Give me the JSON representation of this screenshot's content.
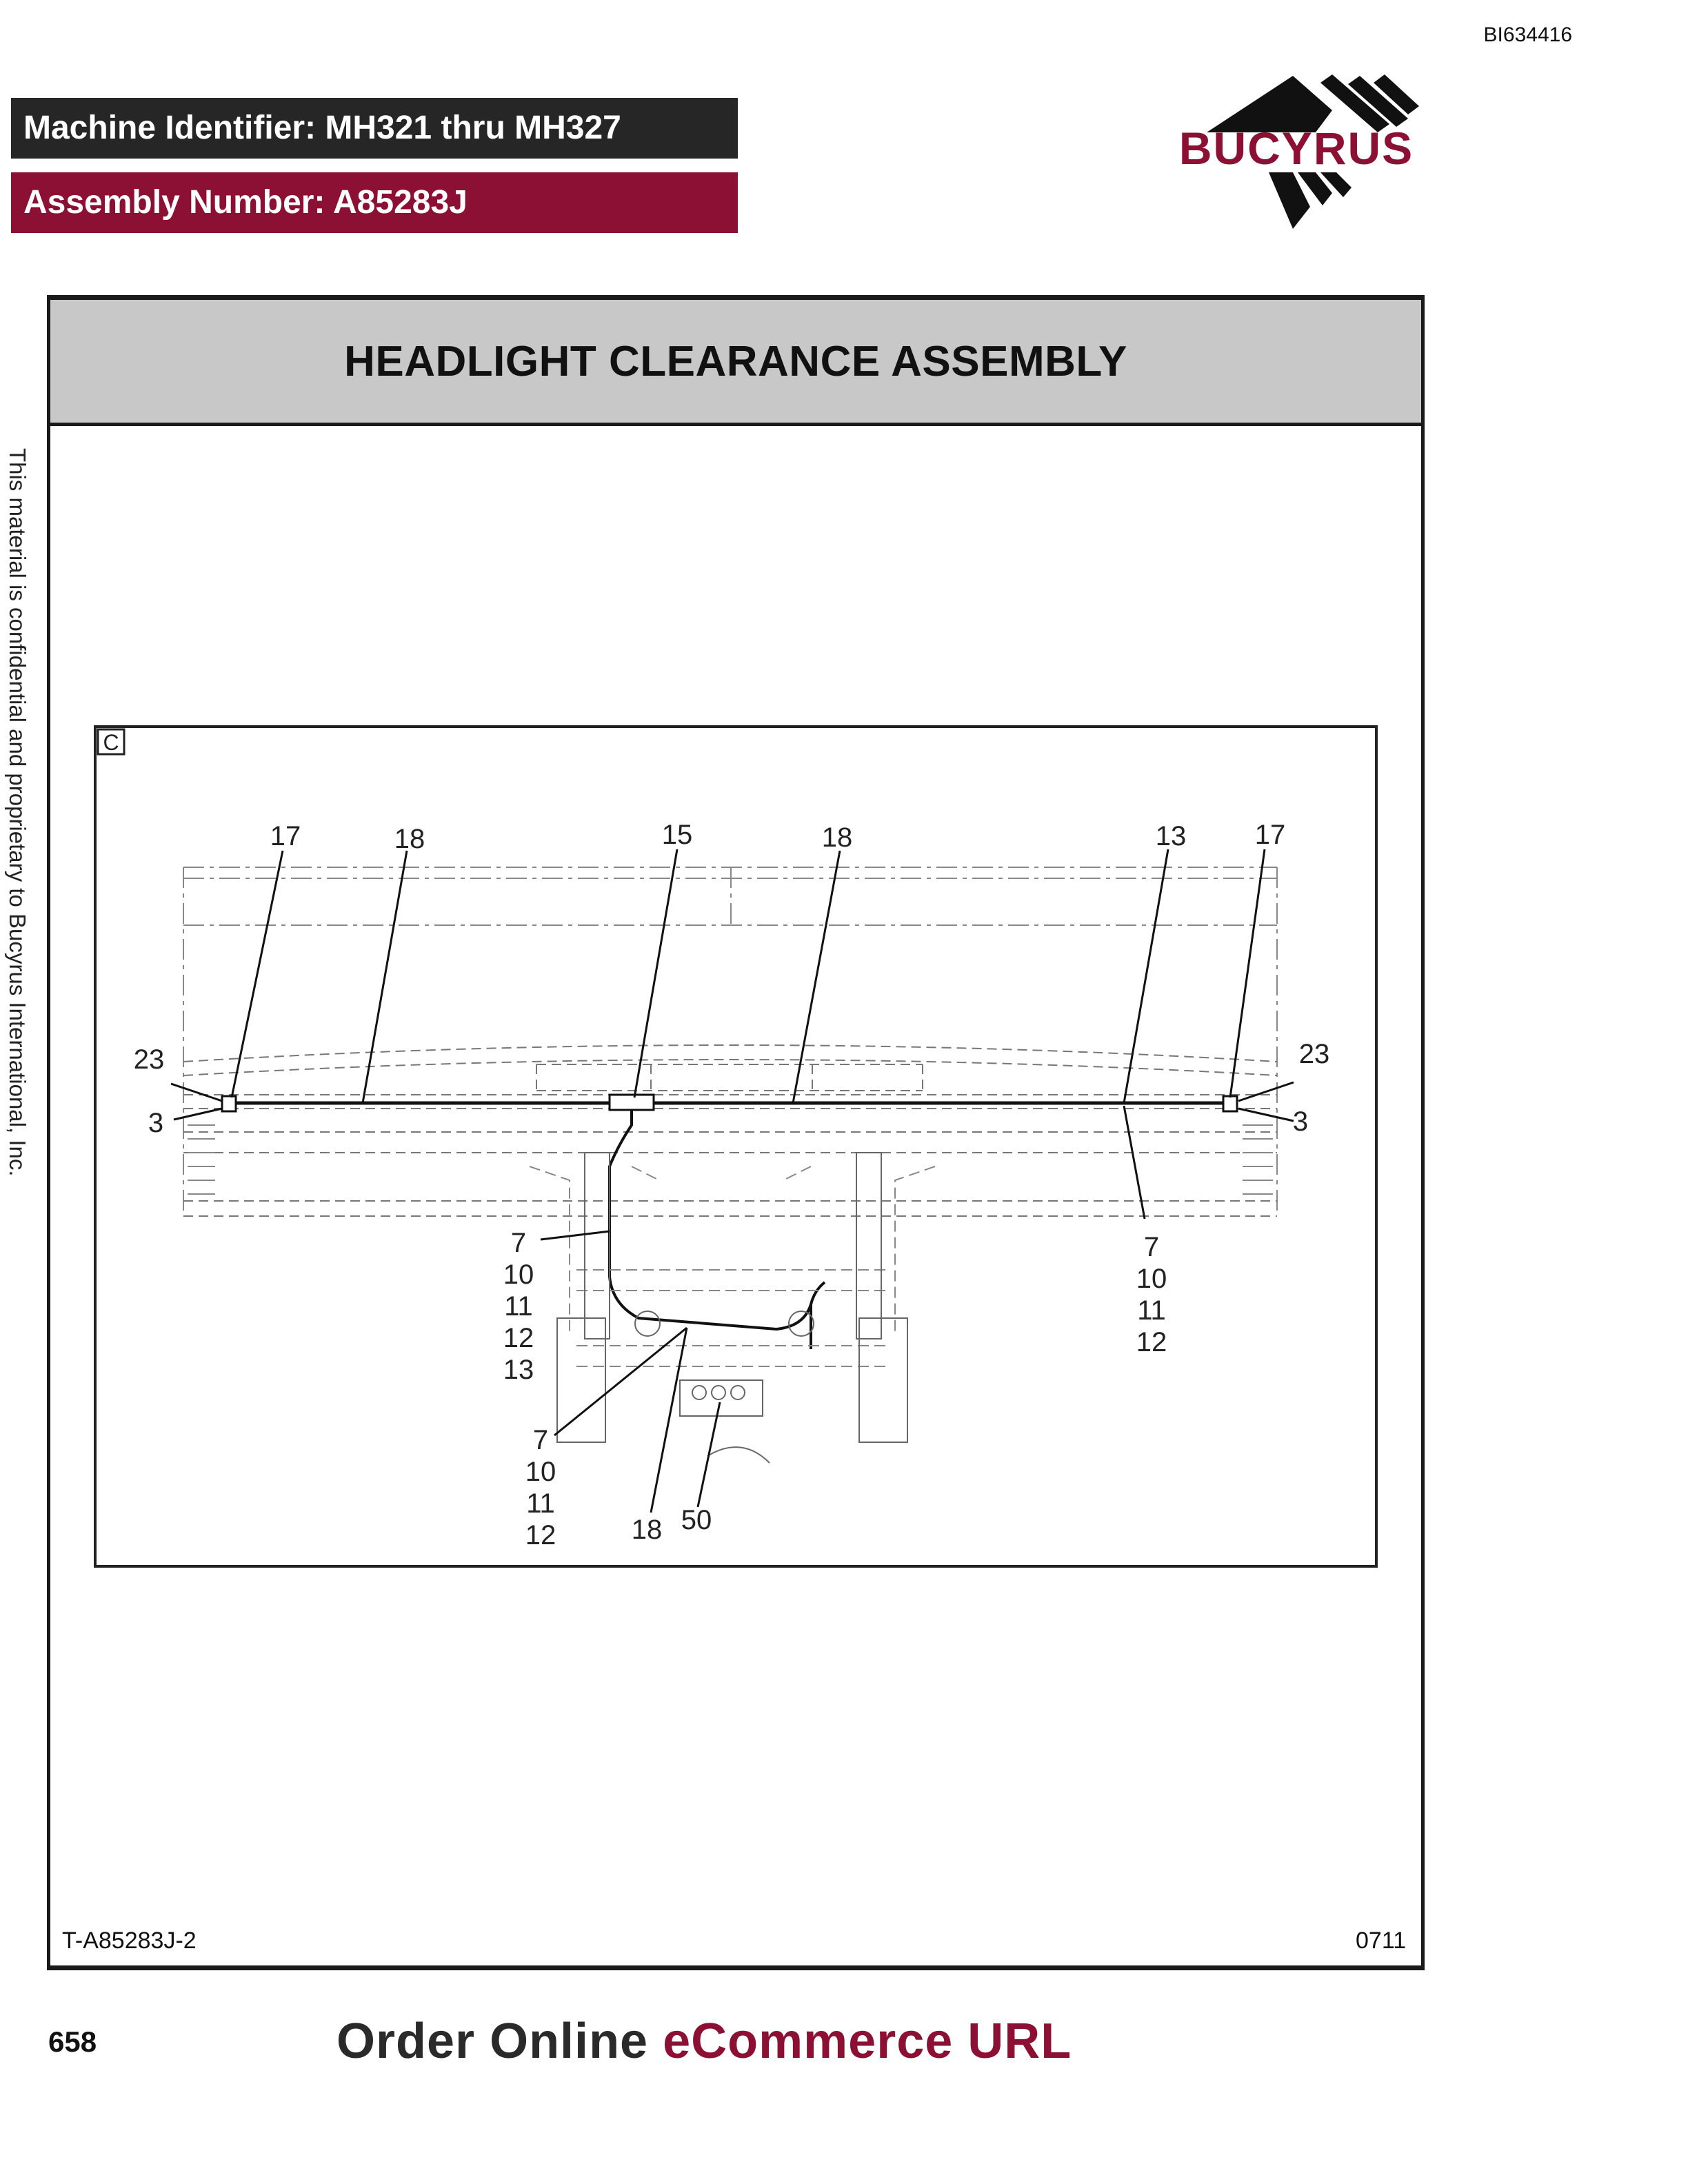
{
  "header": {
    "doc_id": "BI634416",
    "machine_identifier": "Machine Identifier: MH321 thru MH327",
    "assembly_number": "Assembly Number: A85283J",
    "logo_text": "BUCYRUS"
  },
  "title": "HEADLIGHT CLEARANCE ASSEMBLY",
  "side_note": "This material is confidential and proprietary to Bucyrus International, Inc.",
  "drawing": {
    "view_label": "C",
    "callouts": [
      "17",
      "18",
      "15",
      "18",
      "13",
      "17",
      "23",
      "3",
      "23",
      "3",
      "7",
      "10",
      "11",
      "12",
      "13",
      "7",
      "10",
      "11",
      "12",
      "7",
      "10",
      "11",
      "12",
      "18",
      "50"
    ]
  },
  "footer": {
    "figure_code": "T-A85283J-2",
    "revision_code": "0711",
    "page_number": "658",
    "order_text_a": "Order Online ",
    "order_text_b": "eCommerce URL"
  },
  "colors": {
    "accent": "#8b1033",
    "dark_bar": "#262626",
    "title_band": "#c8c8c8"
  }
}
